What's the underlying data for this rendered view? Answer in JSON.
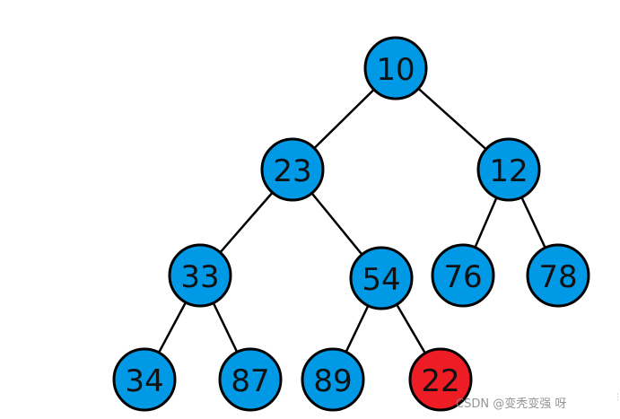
{
  "colors": {
    "node_fill": "#0099E6",
    "highlight_fill": "#EE1C24",
    "stroke": "#000000"
  },
  "tree": {
    "nodes": [
      {
        "id": "n10",
        "label": "10",
        "highlight": false
      },
      {
        "id": "n23",
        "label": "23",
        "highlight": false
      },
      {
        "id": "n12",
        "label": "12",
        "highlight": false
      },
      {
        "id": "n33",
        "label": "33",
        "highlight": false
      },
      {
        "id": "n54",
        "label": "54",
        "highlight": false
      },
      {
        "id": "n76",
        "label": "76",
        "highlight": false
      },
      {
        "id": "n78",
        "label": "78",
        "highlight": false
      },
      {
        "id": "n34",
        "label": "34",
        "highlight": false
      },
      {
        "id": "n87",
        "label": "87",
        "highlight": false
      },
      {
        "id": "n89",
        "label": "89",
        "highlight": false
      },
      {
        "id": "n22",
        "label": "22",
        "highlight": true
      }
    ],
    "edges": [
      [
        "n10",
        "n23"
      ],
      [
        "n10",
        "n12"
      ],
      [
        "n23",
        "n33"
      ],
      [
        "n23",
        "n54"
      ],
      [
        "n12",
        "n76"
      ],
      [
        "n12",
        "n78"
      ],
      [
        "n33",
        "n34"
      ],
      [
        "n33",
        "n87"
      ],
      [
        "n54",
        "n89"
      ],
      [
        "n54",
        "n22"
      ]
    ]
  },
  "watermark": {
    "text": "CSDN @变秃变强  呀"
  }
}
